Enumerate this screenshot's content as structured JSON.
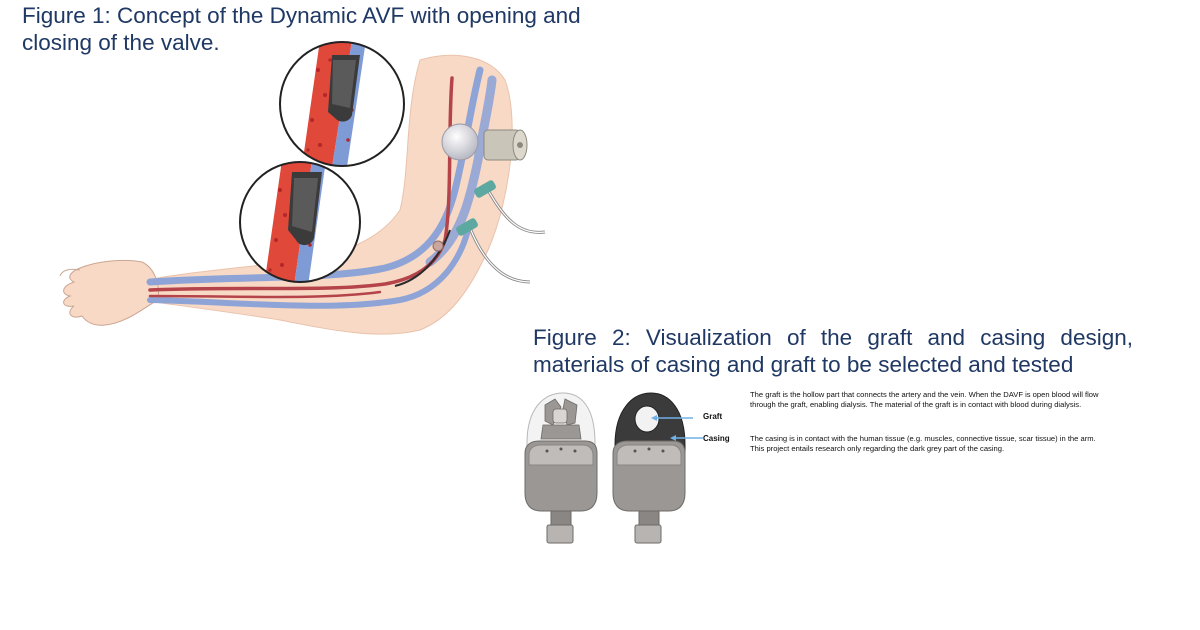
{
  "figure1": {
    "caption_line1": "Figure 1: Concept of the Dynamic AVF with opening and",
    "caption_line2": "closing of the valve."
  },
  "figure2": {
    "caption_line1": "Figure 2: Visualization of the graft and casing design,",
    "caption_line2": "materials of casing and graft to be selected and tested",
    "labels": {
      "graft": "Graft",
      "casing": "Casing"
    },
    "descriptions": {
      "graft": "The graft is the hollow part that connects the artery and the vein. When the DAVF is open blood will flow through the graft, enabling dialysis. The material of the graft is in contact with blood during dialysis.",
      "casing": "The casing is in contact with the human tissue (e.g. muscles, connective tissue, scar tissue) in the arm. This project entails research only regarding the dark grey part of the casing."
    }
  },
  "colors": {
    "caption_text": "#1f3864",
    "skin": "#f8d9c6",
    "artery": "#b5444a",
    "vein": "#8fa4d6",
    "blood": "#e0483a",
    "device_grey": "#8a8582",
    "dark_casing": "#3b3b3b",
    "connector_teal": "#5ea8a2",
    "arrow_blue": "#6fb0e6"
  }
}
